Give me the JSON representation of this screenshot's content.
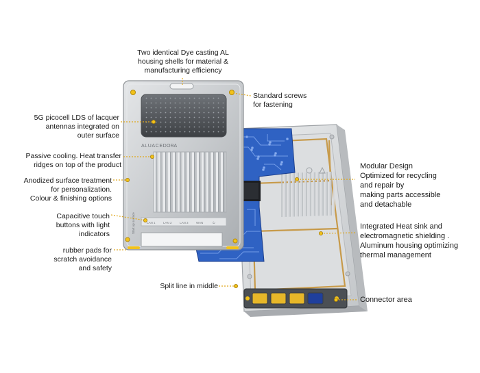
{
  "colors": {
    "accent": "#f2c21a",
    "housing": "#c9cccf",
    "pcb": "#2e5fc0",
    "port_yellow": "#e7b729",
    "port_blue": "#1f3f9c"
  },
  "device": {
    "brand_text": "ALUACED",
    "brand_suffix": "ORA",
    "side_text": "Start up surface",
    "button_labels": [
      "LAN 1",
      "LAN 2",
      "LAN 3",
      "WAN",
      "⏻"
    ]
  },
  "callouts": {
    "top": "Two identical Dye casting AL housing shells for material & manufacturing efficiency",
    "screws": "Standard screws\nfor fastening",
    "antennas": "5G picocell LDS of lacquer\nantennas integrated on\nouter surface",
    "cooling": "Passive cooling. Heat transfer\nridges on top of the product",
    "anodized": "Anodized surface treatment\nfor personalization.\nColour & finishing options",
    "touch": "Capacitive touch\nbuttons with light\nindicators",
    "rubber": "rubber pads for\nscratch avoidance\nand safety",
    "split": "Split line in middle",
    "modular": "Modular Design\nOptimized for recycling\nand repair by\nmaking parts accessible\nand detachable",
    "heatsink": "Integrated Heat sink and\nelectromagnetic shielding .\nAluminum housing optimizing\nthermal management",
    "connector": "Connector area"
  }
}
